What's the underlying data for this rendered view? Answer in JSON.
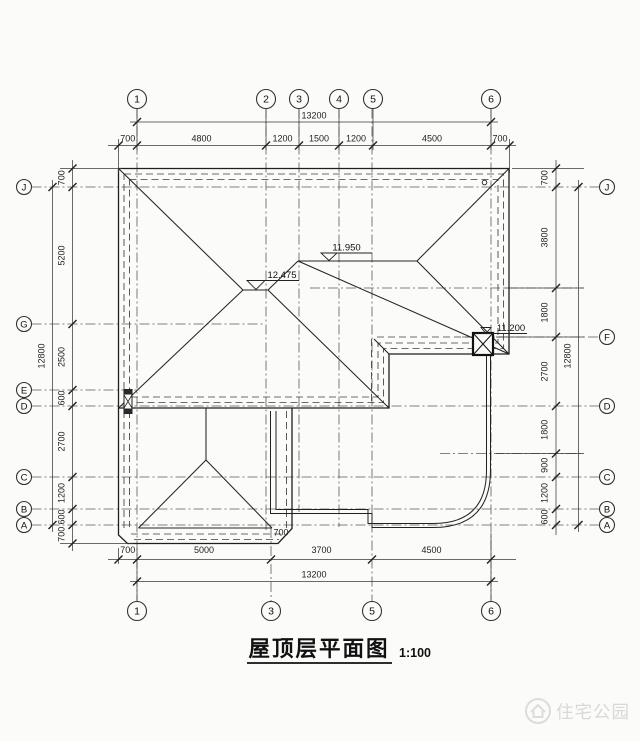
{
  "title": {
    "text": "屋顶层平面图",
    "scale": "1:100"
  },
  "watermark": {
    "text": "住宅公园"
  },
  "axes": {
    "top": [
      "1",
      "2",
      "3",
      "4",
      "5",
      "6"
    ],
    "bottom": [
      "1",
      "3",
      "5",
      "6"
    ],
    "left": [
      "J",
      "G",
      "E",
      "D",
      "C",
      "B",
      "A"
    ],
    "right": [
      "J",
      "F",
      "D",
      "C",
      "B",
      "A"
    ]
  },
  "dims": {
    "top_total": "13200",
    "top_segments": [
      "700",
      "4800",
      "1200",
      "1500",
      "1200",
      "4500",
      "700"
    ],
    "bottom_total": "13200",
    "bottom_segments": [
      "700",
      "5000",
      "3700",
      "4500"
    ],
    "left_total": "12800",
    "left_segments": [
      "700",
      "5200",
      "2500",
      "600",
      "2700",
      "1200",
      "600",
      "700"
    ],
    "right_total": "12800",
    "right_segments": [
      "700",
      "3800",
      "1800",
      "2700",
      "1800",
      "900",
      "1200",
      "600"
    ],
    "porch_overhang": "700"
  },
  "elevations": {
    "main_ridge": "12.475",
    "secondary_ridge": "11.950",
    "eave_corner": "11.200"
  }
}
